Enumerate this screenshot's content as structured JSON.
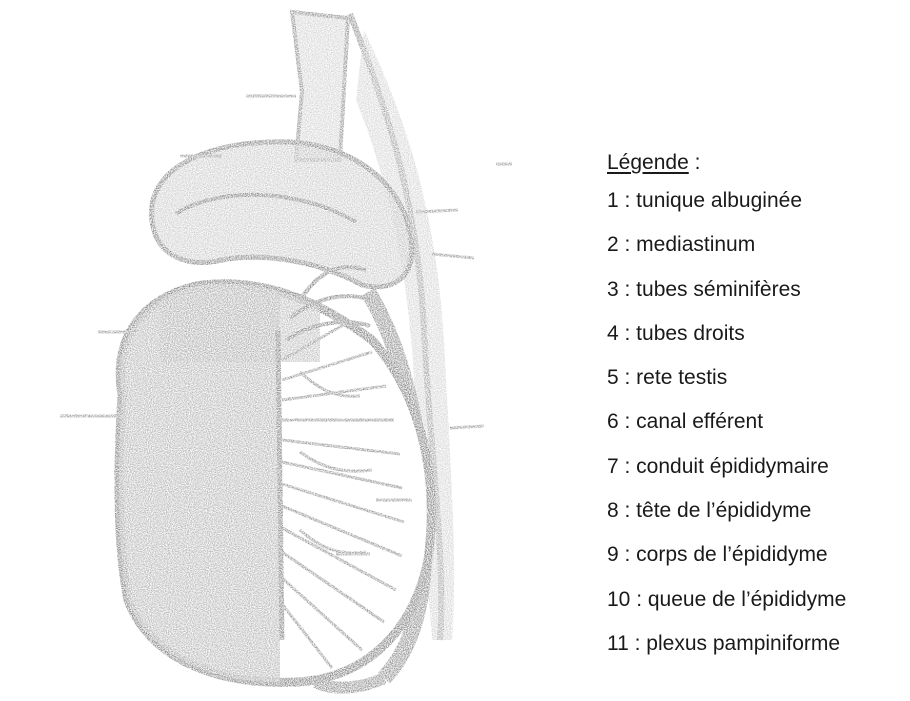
{
  "legend": {
    "title": "Légende",
    "title_suffix": " :",
    "items": [
      "1 : tunique albuginée",
      "2 : mediastinum",
      "3 : tubes séminifères",
      "4 : tubes droits",
      "5 : rete testis",
      "6 : canal efférent",
      "7 : conduit épididymaire",
      "8 : tête de l’épididyme",
      "9 : corps de l’épididyme",
      "10 : queue de l’épididyme",
      "11 : plexus pampiniforme"
    ]
  },
  "colors": {
    "ink": "#8a8a8a",
    "ink_dark": "#5a5a5a",
    "text": "#1a1a1a",
    "background": "#ffffff"
  }
}
